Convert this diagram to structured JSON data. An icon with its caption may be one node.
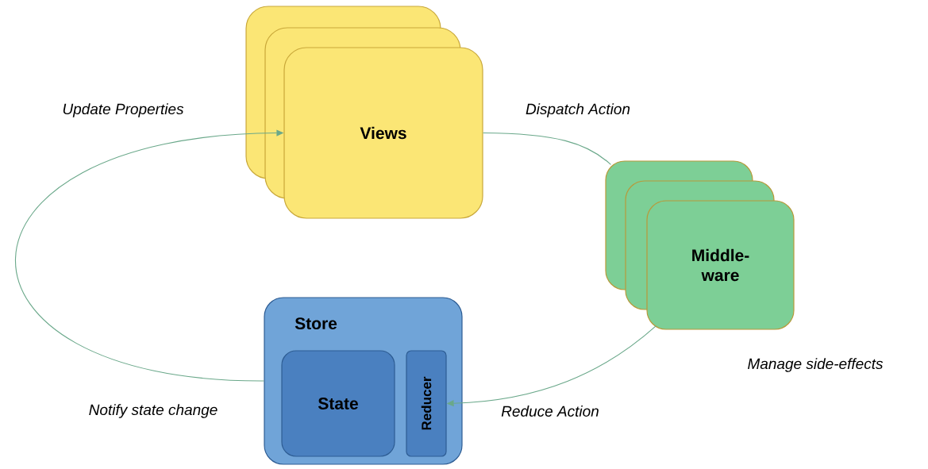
{
  "diagram": {
    "nodes": [
      {
        "text": [
          "Views"
        ]
      },
      {
        "text": [
          "Middle-ware"
        ]
      },
      {
        "text": [
          "Store"
        ]
      },
      {
        "text": [
          "State"
        ],
        "in": 2
      },
      {
        "text": [
          "Reducer"
        ],
        "in": 2
      }
    ],
    "edges": [
      {
        "from": 0,
        "to": 1,
        "arrow": "none"
      },
      {
        "from": 1,
        "to": 4,
        "arrow": "to"
      },
      {
        "from": 2,
        "to": 0,
        "arrow": "to"
      }
    ],
    "labels": [
      "Update Properties",
      "Dispatch Action",
      "Manage side-effects",
      "Reduce Action",
      "Notify state change"
    ]
  }
}
